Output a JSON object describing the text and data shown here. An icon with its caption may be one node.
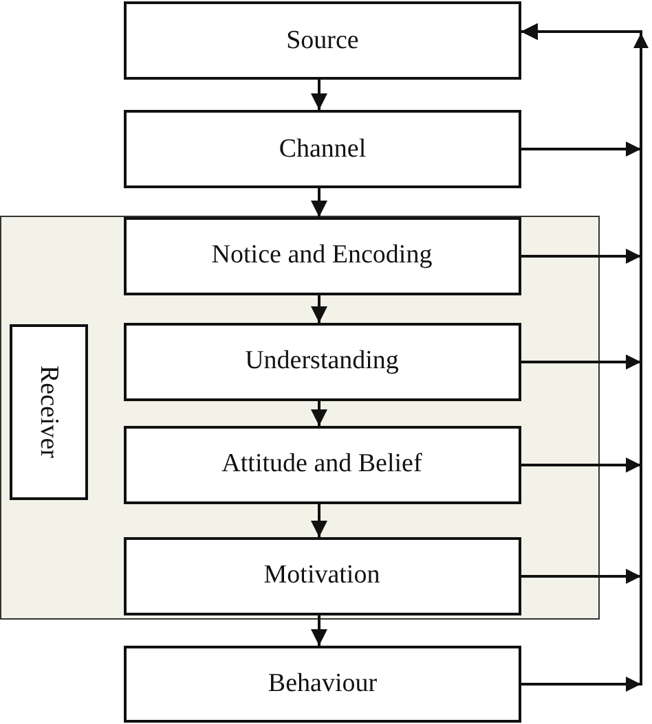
{
  "diagram": {
    "nodes": [
      {
        "text": [
          "Source"
        ]
      },
      {
        "text": [
          "Channel"
        ]
      },
      {
        "text": [],
        "shape": "box"
      },
      {
        "text": [
          "Receiver"
        ],
        "in": 2
      },
      {
        "text": [
          "Notice and Encoding"
        ],
        "in": 2
      },
      {
        "text": [
          "Understanding"
        ],
        "in": 2
      },
      {
        "text": [
          "Attitude and Belief"
        ],
        "in": 2
      },
      {
        "text": [
          "Motivation"
        ],
        "in": 2
      },
      {
        "text": [
          "Behaviour"
        ]
      }
    ],
    "edges": [
      {
        "from": 0,
        "to": 1,
        "arrow": "to"
      },
      {
        "from": 1,
        "to": 4,
        "arrow": "to"
      },
      {
        "from": 4,
        "to": 5,
        "arrow": "to"
      },
      {
        "from": 5,
        "to": 6,
        "arrow": "to"
      },
      {
        "from": 6,
        "to": 7,
        "arrow": "to"
      },
      {
        "from": 7,
        "to": 8,
        "arrow": "to"
      },
      {
        "from": 1,
        "to": 0,
        "arrow": "to"
      },
      {
        "from": 4,
        "to": 0,
        "arrow": "to"
      },
      {
        "from": 5,
        "to": 0,
        "arrow": "to"
      },
      {
        "from": 6,
        "to": 0,
        "arrow": "to"
      },
      {
        "from": 7,
        "to": 0,
        "arrow": "to"
      },
      {
        "from": 8,
        "to": 0,
        "arrow": "to"
      }
    ]
  }
}
